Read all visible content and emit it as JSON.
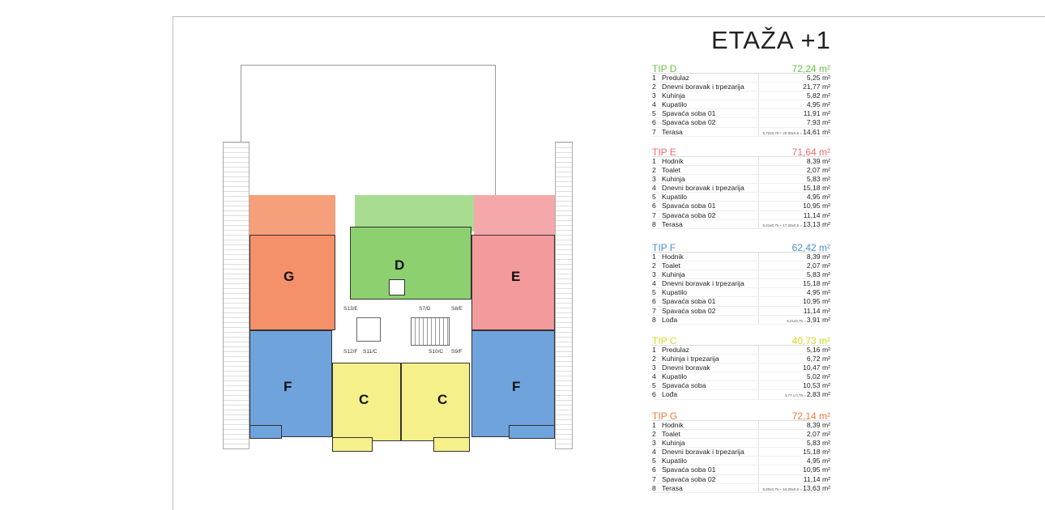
{
  "title": "ETAŽA +1",
  "apartments": [
    {
      "name": "TIP D",
      "total": "72,24 m²",
      "color": "#6cc04a",
      "rows": [
        {
          "n": "1",
          "label": "Predulaz",
          "value": "5,25 m²"
        },
        {
          "n": "2",
          "label": "Dnevni boravak i trpezarija",
          "value": "21,77 m²"
        },
        {
          "n": "3",
          "label": "Kuhinja",
          "value": "5,82 m²"
        },
        {
          "n": "4",
          "label": "Kupatilo",
          "value": "4,95 m²"
        },
        {
          "n": "5",
          "label": "Spavaća soba 01",
          "value": "11,91 m²"
        },
        {
          "n": "6",
          "label": "Spavaća soba 02",
          "value": "7,93 m²"
        },
        {
          "n": "7",
          "label": "Terasa",
          "formula": "5,72x0,75 + 20,93x0,5 =",
          "value": "14,61 m²"
        }
      ]
    },
    {
      "name": "TIP E",
      "total": "71,64 m²",
      "color": "#f0696e",
      "rows": [
        {
          "n": "1",
          "label": "Hodnik",
          "value": "8,39 m²"
        },
        {
          "n": "2",
          "label": "Toalet",
          "value": "2,07 m²"
        },
        {
          "n": "3",
          "label": "Kuhinja",
          "value": "5,83 m²"
        },
        {
          "n": "4",
          "label": "Dnevni boravak i trpezarija",
          "value": "15,18 m²"
        },
        {
          "n": "5",
          "label": "Kupatilo",
          "value": "4,95 m²"
        },
        {
          "n": "6",
          "label": "Spavaća soba 01",
          "value": "10,95 m²"
        },
        {
          "n": "7",
          "label": "Spavaća soba 02",
          "value": "11,14 m²"
        },
        {
          "n": "8",
          "label": "Terasa",
          "formula": "6,01x0,75 + 17,26x0,5 =",
          "value": "13,13 m²"
        }
      ]
    },
    {
      "name": "TIP F",
      "total": "62,42 m²",
      "color": "#4a90d0",
      "rows": [
        {
          "n": "1",
          "label": "Hodnik",
          "value": "8,39 m²"
        },
        {
          "n": "2",
          "label": "Toalet",
          "value": "2,07 m²"
        },
        {
          "n": "3",
          "label": "Kuhinja",
          "value": "5,83 m²"
        },
        {
          "n": "4",
          "label": "Dnevni boravak i trpezarija",
          "value": "15,18 m²"
        },
        {
          "n": "5",
          "label": "Kupatilo",
          "value": "4,95 m²"
        },
        {
          "n": "6",
          "label": "Spavaća soba 01",
          "value": "10,95 m²"
        },
        {
          "n": "7",
          "label": "Spavaća soba 02",
          "value": "11,14 m²"
        },
        {
          "n": "8",
          "label": "Lođa",
          "formula": "5,21x0,75 =",
          "value": "3,91 m²"
        }
      ]
    },
    {
      "name": "TIP C",
      "total": "40,73 m²",
      "color": "#d8d820",
      "rows": [
        {
          "n": "1",
          "label": "Predulaz",
          "value": "5,16 m²"
        },
        {
          "n": "2",
          "label": "Kuhinja i trpezarija",
          "value": "6,72 m²"
        },
        {
          "n": "3",
          "label": "Dnevni boravak",
          "value": "10,47 m²"
        },
        {
          "n": "4",
          "label": "Kupatilo",
          "value": "5,02 m²"
        },
        {
          "n": "5",
          "label": "Spavaća soba",
          "value": "10,53 m²"
        },
        {
          "n": "6",
          "label": "Lođa",
          "formula": "3,77 x 0,75 =",
          "value": "2,83 m²"
        }
      ]
    },
    {
      "name": "TIP G",
      "total": "72,14 m²",
      "color": "#f07a40",
      "rows": [
        {
          "n": "1",
          "label": "Hodnik",
          "value": "8,39 m²"
        },
        {
          "n": "2",
          "label": "Toalet",
          "value": "2,07 m²"
        },
        {
          "n": "3",
          "label": "Kuhinja",
          "value": "5,83 m²"
        },
        {
          "n": "4",
          "label": "Dnevni boravak i trpezarija",
          "value": "15,18 m²"
        },
        {
          "n": "5",
          "label": "Kupatilo",
          "value": "4,95 m²"
        },
        {
          "n": "6",
          "label": "Spavaća soba 01",
          "value": "10,95 m²"
        },
        {
          "n": "7",
          "label": "Spavaća soba 02",
          "value": "11,14 m²"
        },
        {
          "n": "8",
          "label": "Terasa",
          "formula": "6,00x0,75 + 16,29x0,5 =",
          "value": "13,63 m²"
        }
      ]
    }
  ],
  "plan": {
    "units": {
      "g": "G",
      "d": "D",
      "e": "E",
      "f_left": "F",
      "f_right": "F",
      "c_left": "C",
      "c_right": "C"
    },
    "stair_labels": {
      "s13": "S13/E",
      "s7": "S7/D",
      "s8": "S8/E",
      "s12": "S12/F",
      "s11": "S11/C",
      "s10": "S10/C",
      "s9": "S9/F"
    }
  }
}
